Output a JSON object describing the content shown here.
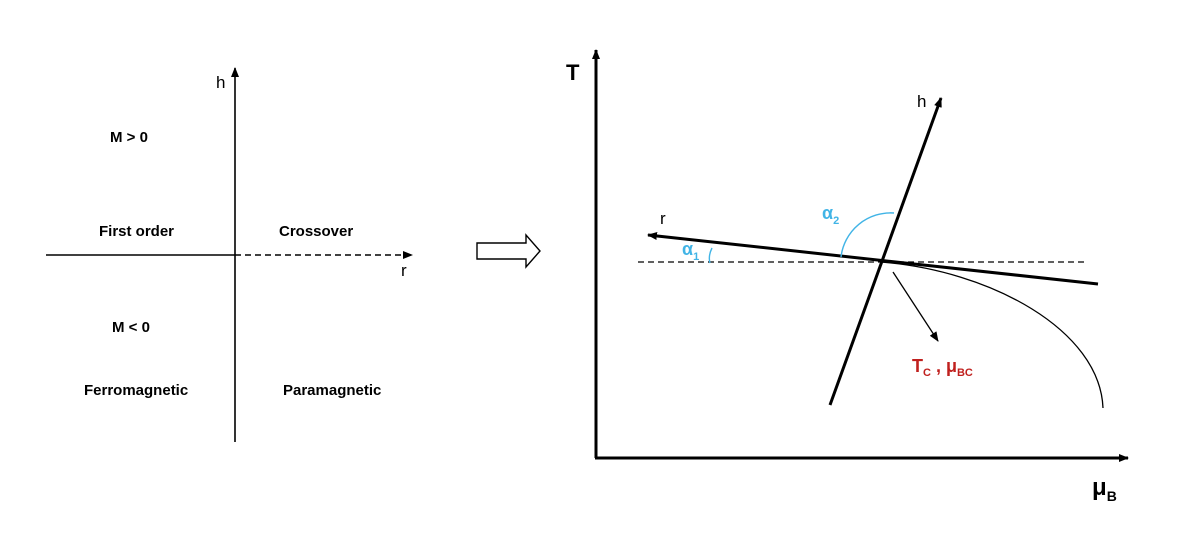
{
  "left_diagram": {
    "axis_h_label": "h",
    "axis_r_label": "r",
    "regions": {
      "upper": "M > 0",
      "first_order": "First order",
      "crossover": "Crossover",
      "lower": "M < 0",
      "ferromagnetic": "Ferromagnetic",
      "paramagnetic": "Paramagnetic"
    }
  },
  "right_diagram": {
    "axis_y_label": "T",
    "axis_x_label_main": "μ",
    "axis_x_label_sub": "B",
    "h_axis_label": "h",
    "r_axis_label": "r",
    "alpha1_main": "α",
    "alpha1_sub": "1",
    "alpha2_main": "α",
    "alpha2_sub": "2",
    "critical_T_main": "T",
    "critical_T_sub": "C",
    "critical_sep": " ,",
    "critical_mu_main": " μ",
    "critical_mu_sub": "BC"
  },
  "colors": {
    "angle": "#41b4e6",
    "critical_point": "#c0201e",
    "line": "#000000"
  }
}
